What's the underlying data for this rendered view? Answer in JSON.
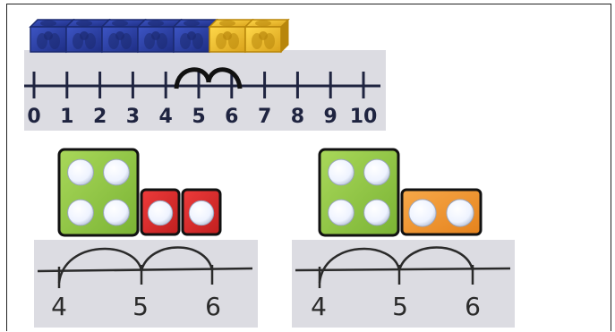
{
  "cubes": {
    "blue_count": 5,
    "yellow_count": 2,
    "colors": {
      "blue": "#2b3f9e",
      "blue_dark": "#1b2a70",
      "yellow": "#f2c12e",
      "yellow_dark": "#b8860b"
    }
  },
  "top_number_line": {
    "labels": [
      "0",
      "1",
      "2",
      "3",
      "4",
      "5",
      "6",
      "7",
      "8",
      "9",
      "10"
    ]
  },
  "left_example": {
    "ten_frame_dots": 4,
    "extra_tiles": [
      "1",
      "1"
    ],
    "tile_color": "#d62828",
    "labels": [
      "4",
      "5",
      "6"
    ]
  },
  "right_example": {
    "ten_frame_dots": 4,
    "extra_tiles": [
      "2"
    ],
    "tile_color": "#f2942c",
    "labels": [
      "4",
      "5",
      "6"
    ]
  },
  "colors": {
    "green_tile": "#8cc63f",
    "strip_bg": "#dcdde3",
    "ink": "#1f2440"
  }
}
